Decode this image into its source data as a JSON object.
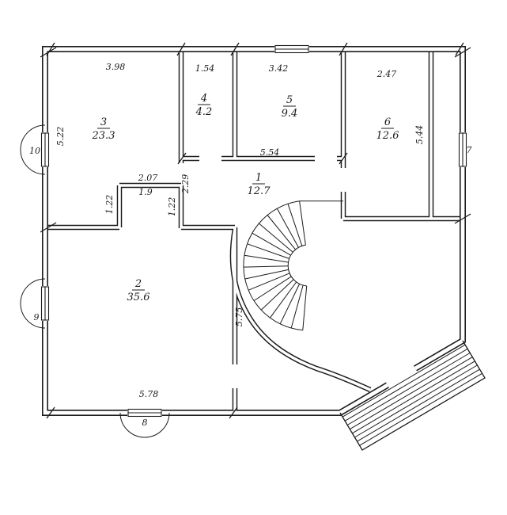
{
  "plan": {
    "rooms": {
      "r1": {
        "num": "1",
        "area": "12.7"
      },
      "r2": {
        "num": "2",
        "area": "35.6"
      },
      "r3": {
        "num": "3",
        "area": "23.3"
      },
      "r4": {
        "num": "4",
        "area": "4.2"
      },
      "r5": {
        "num": "5",
        "area": "9.4"
      },
      "r6": {
        "num": "6",
        "area": "12.6"
      }
    },
    "dims": {
      "top1": "3.98",
      "top2": "1.54",
      "top3": "3.42",
      "top4": "2.47",
      "left1": "5.22",
      "right1": "5.44",
      "hall_top": "5.54",
      "hall_left": "2.29",
      "bottom1": "5.78",
      "room2_right": "5.75",
      "alcove_w_out": "2.07",
      "alcove_w_in": "1.9",
      "alcove_d_left": "1.22",
      "alcove_d_right": "1.22"
    },
    "windows": {
      "w7": "7",
      "w8": "8",
      "w9": "9",
      "w10": "10"
    },
    "line_color": "#1b1b1b",
    "bg_color": "#ffffff"
  }
}
